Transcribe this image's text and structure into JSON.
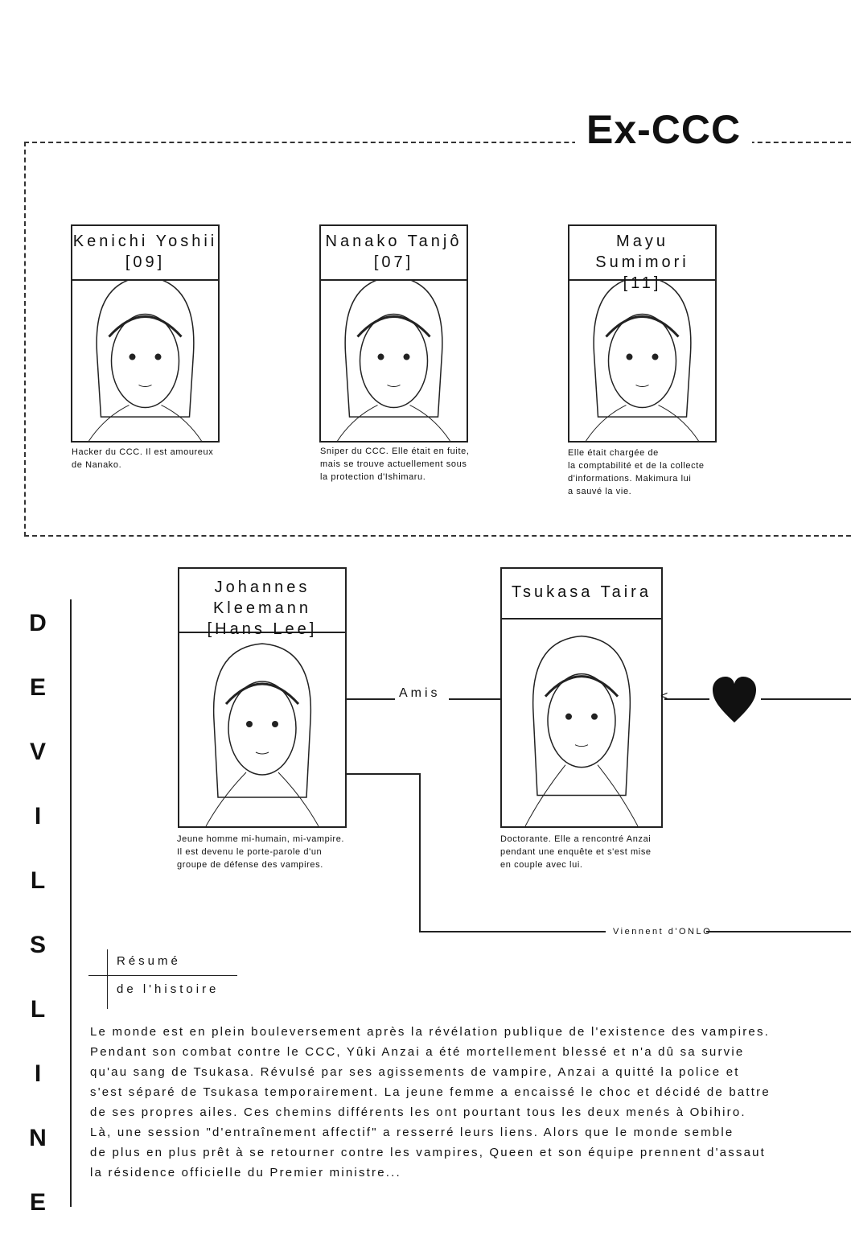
{
  "group_title": "Ex-CCC",
  "characters": [
    {
      "name": "Kenichi Yoshii",
      "number": "[09]",
      "desc": [
        "Hacker du CCC. Il est amoureux",
        "de Nanako."
      ]
    },
    {
      "name": "Nanako Tanjô",
      "number": "[07]",
      "desc": [
        "Sniper du CCC. Elle était en fuite,",
        "mais se trouve actuellement sous",
        "la protection d'Ishimaru."
      ]
    },
    {
      "name": "Mayu Sumimori",
      "number": "[11]",
      "desc": [
        "Elle était chargée de",
        "la comptabilité et de la collecte",
        "d'informations. Makimura lui",
        "a sauvé la vie."
      ]
    },
    {
      "name": "Johannes Kleemann",
      "number": "[Hans Lee]",
      "desc": [
        "Jeune homme mi-humain, mi-vampire.",
        "Il est devenu le porte-parole d'un",
        "groupe de défense des vampires."
      ]
    },
    {
      "name": "Tsukasa Taira",
      "desc": [
        "Doctorante. Elle a rencontré Anzai",
        "pendant une enquête et s'est mise",
        "en couple avec lui."
      ]
    }
  ],
  "relations": {
    "friends": "Amis",
    "from_onlo": "Viennent d'ONLO"
  },
  "series_title": [
    "D",
    "E",
    "V",
    "I",
    "L",
    "S",
    "L",
    "I",
    "N",
    "E"
  ],
  "summary": {
    "label_1": "Résumé",
    "label_2": "de l'histoire",
    "lines": [
      "Le monde est en plein bouleversement après la révélation publique de l'existence des vampires.",
      "Pendant son combat contre le CCC, Yûki Anzai a été mortellement blessé et n'a dû sa survie",
      "qu'au sang de Tsukasa. Révulsé par ses agissements de vampire, Anzai a quitté la police et",
      "s'est séparé de Tsukasa temporairement. La jeune femme a encaissé le choc et décidé de battre",
      "de ses propres ailes. Ces chemins différents les ont pourtant tous les deux menés à Obihiro.",
      "Là, une session \"d'entraînement affectif\" a resserré leurs liens. Alors que le monde semble",
      "de plus en plus prêt à se retourner contre les vampires, Queen et son équipe prennent d'assaut",
      "la résidence officielle du Premier ministre..."
    ]
  }
}
